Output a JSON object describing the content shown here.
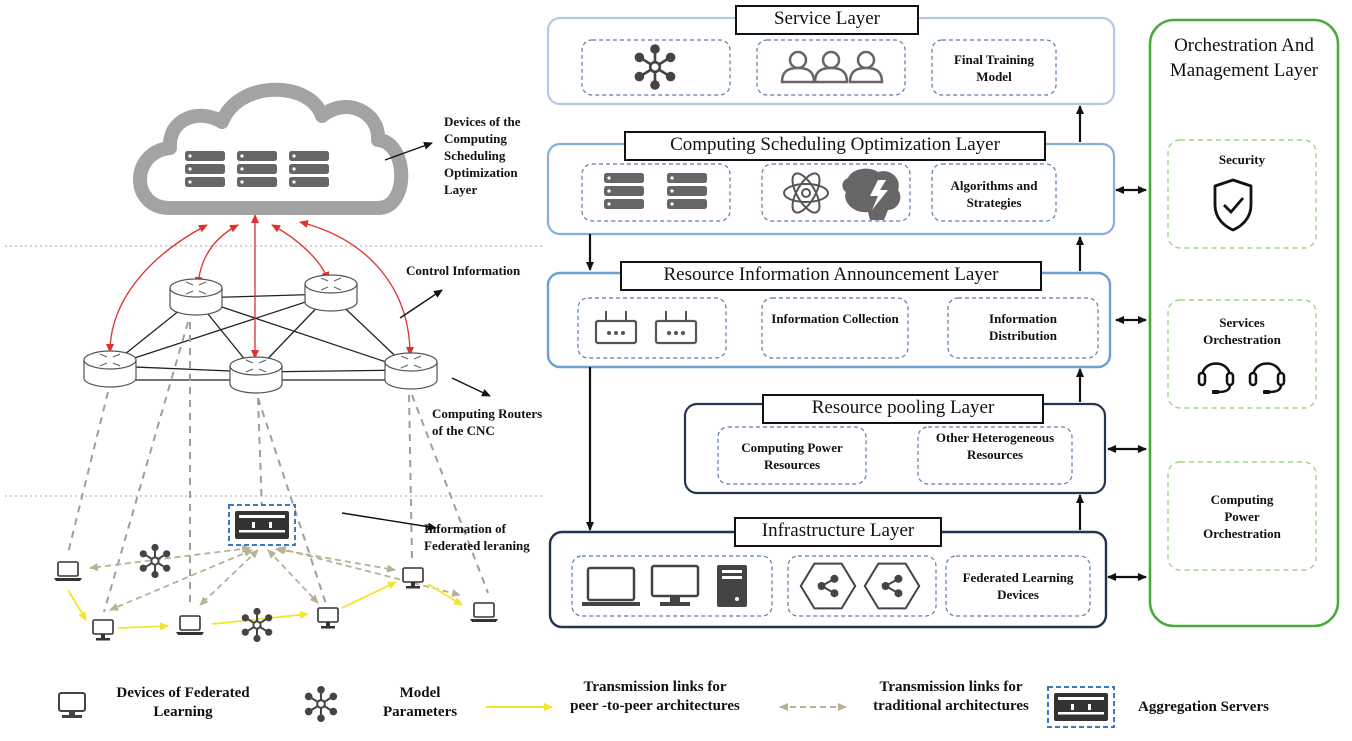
{
  "layers": {
    "service": {
      "title": "Service Layer",
      "item": "Final Training Model"
    },
    "computing": {
      "title": "Computing Scheduling  Optimization Layer",
      "item": "Algorithms and Strategies"
    },
    "resource_info": {
      "title": "Resource Information  Announcement Layer",
      "item1": "Information Collection",
      "item2": "Information Distribution"
    },
    "pooling": {
      "title": "Resource pooling Layer",
      "item1": "Computing Power Resources",
      "item2": "Other Heterogeneous Resources"
    },
    "infra": {
      "title": "Infrastructure Layer",
      "item": "Federated Learning Devices"
    }
  },
  "orchestration": {
    "title": "Orchestration And Management Layer",
    "security": "Security",
    "services": "Services Orchestration",
    "power": "Computing Power Orchestration"
  },
  "left_labels": {
    "cloud_devices": "Devices of the Computing Scheduling Optimization Layer",
    "control": "Control Information",
    "routers": "Computing Routers of the CNC",
    "fl_info": "Information of Federated leraning"
  },
  "legend": {
    "devices": "Devices of Federated Learning",
    "model": "Model Parameters",
    "p2p": "Transmission links for peer -to-peer architectures",
    "traditional": "Transmission links for traditional architectures",
    "aggregation": "Aggregation Servers"
  },
  "colors": {
    "layer_border_light": "#b3c9e3",
    "layer_border_mid": "#6f9fd0",
    "layer_border_dark": "#1f3551",
    "orch_border": "#4aaa3c",
    "orch_dashed": "#9fd38c",
    "red_link": "#e03030",
    "p2p_link": "#f2e52a",
    "traditional_link": "#b9b193",
    "aggregation_border": "#3a78c8"
  },
  "icons": [
    "network-icon",
    "users-icon",
    "server-icon",
    "atom-icon",
    "brain-bolt-icon",
    "router-icon",
    "laptop-icon",
    "monitor-icon",
    "tower-icon",
    "hexagon-share-icon",
    "shield-check-icon",
    "headset-icon",
    "cloud-icon",
    "aggregation-server-icon"
  ]
}
